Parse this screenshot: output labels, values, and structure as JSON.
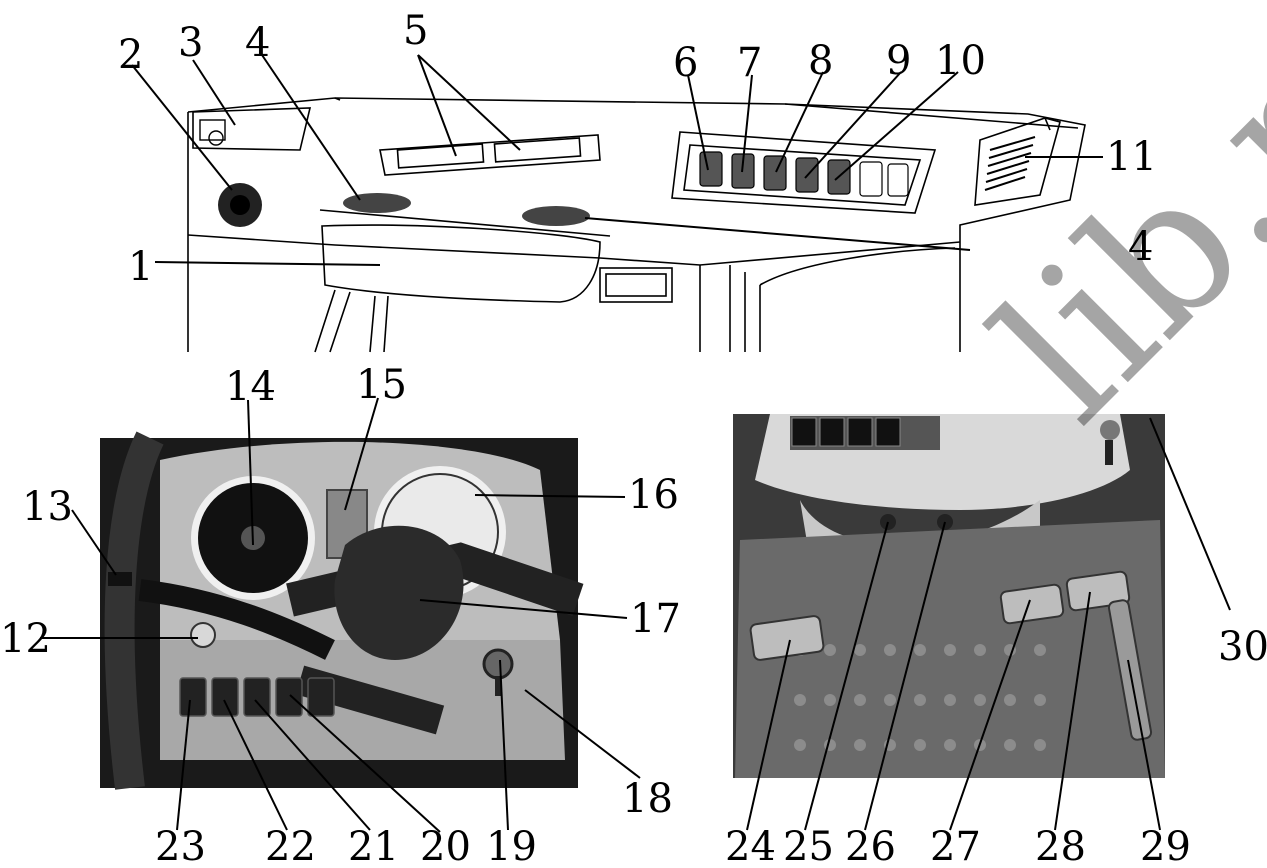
{
  "watermark": {
    "text": "lib.rs"
  },
  "callouts": [
    {
      "id": "1",
      "label": "1"
    },
    {
      "id": "2",
      "label": "2"
    },
    {
      "id": "3",
      "label": "3"
    },
    {
      "id": "4a",
      "label": "4"
    },
    {
      "id": "4b",
      "label": "4"
    },
    {
      "id": "5",
      "label": "5"
    },
    {
      "id": "6",
      "label": "6"
    },
    {
      "id": "7",
      "label": "7"
    },
    {
      "id": "8",
      "label": "8"
    },
    {
      "id": "9",
      "label": "9"
    },
    {
      "id": "10",
      "label": "10"
    },
    {
      "id": "11",
      "label": "11"
    },
    {
      "id": "12",
      "label": "12"
    },
    {
      "id": "13",
      "label": "13"
    },
    {
      "id": "14",
      "label": "14"
    },
    {
      "id": "15",
      "label": "15"
    },
    {
      "id": "16",
      "label": "16"
    },
    {
      "id": "17",
      "label": "17"
    },
    {
      "id": "18",
      "label": "18"
    },
    {
      "id": "19",
      "label": "19"
    },
    {
      "id": "20",
      "label": "20"
    },
    {
      "id": "21",
      "label": "21"
    },
    {
      "id": "22",
      "label": "22"
    },
    {
      "id": "23",
      "label": "23"
    },
    {
      "id": "24",
      "label": "24"
    },
    {
      "id": "25",
      "label": "25"
    },
    {
      "id": "26",
      "label": "26"
    },
    {
      "id": "27",
      "label": "27"
    },
    {
      "id": "28",
      "label": "28"
    },
    {
      "id": "29",
      "label": "29"
    },
    {
      "id": "30",
      "label": "30"
    }
  ]
}
